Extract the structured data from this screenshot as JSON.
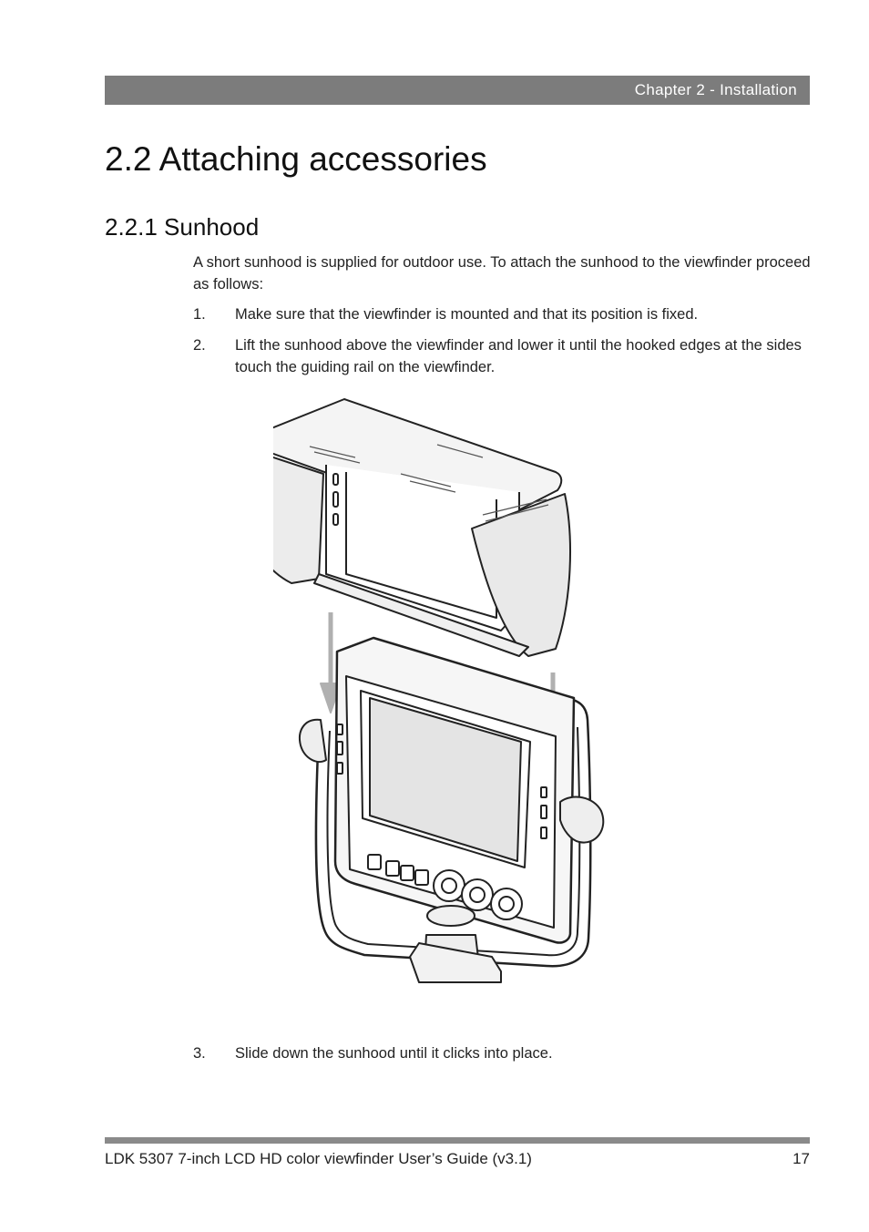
{
  "header": {
    "chapter": "Chapter 2 - Installation"
  },
  "section": {
    "number_title": "2.2  Attaching accessories"
  },
  "subsection": {
    "number_title": "2.2.1  Sunhood"
  },
  "intro": "A short sunhood is supplied for outdoor use. To attach the sunhood to the viewfinder proceed as follows:",
  "steps": [
    {
      "num": "1.",
      "text": "Make sure that the viewfinder is mounted and that its position is fixed."
    },
    {
      "num": "2.",
      "text": "Lift the sunhood above the viewfinder and lower it until the hooked edges at the sides touch the guiding rail on the viewfinder."
    },
    {
      "num": "3.",
      "text": "Slide down the sunhood until it clicks into place."
    }
  ],
  "footer": {
    "doc_title": "LDK 5307 7-inch LCD HD color viewfinder User’s Guide (v3.1)",
    "page": "17"
  }
}
